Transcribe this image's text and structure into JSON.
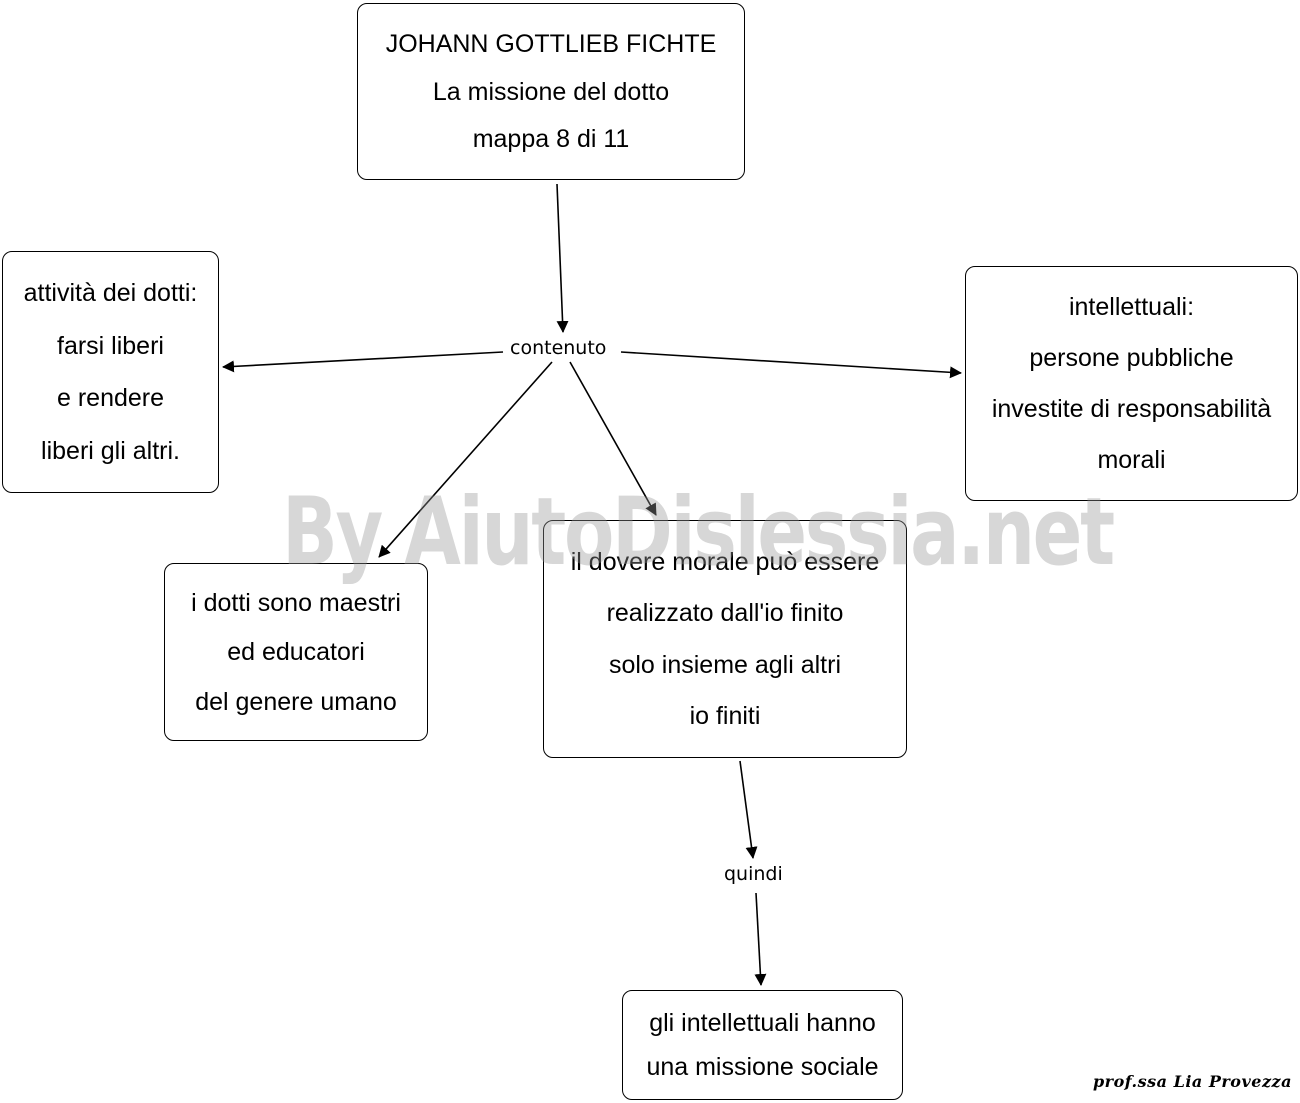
{
  "nodes": {
    "title": {
      "lines": [
        "JOHANN GOTTLIEB FICHTE",
        "La missione del dotto",
        "mappa 8 di 11"
      ]
    },
    "attivita": {
      "lines": [
        "attività dei dotti:",
        "farsi liberi",
        "e rendere",
        "liberi gli altri."
      ]
    },
    "intellettuali": {
      "lines": [
        "intellettuali:",
        "persone pubbliche",
        "investite di responsabilità",
        "morali"
      ]
    },
    "maestri": {
      "lines": [
        "i dotti sono maestri",
        "ed educatori",
        "del genere umano"
      ]
    },
    "dovere": {
      "lines": [
        "il dovere morale può essere",
        "realizzato dall'io finito",
        "solo insieme agli altri",
        "io finiti"
      ]
    },
    "missione": {
      "lines": [
        "gli intellettuali hanno",
        "una missione sociale"
      ]
    }
  },
  "links": {
    "contenuto": "contenuto",
    "quindi": "quindi"
  },
  "watermark": "By AiutoDislessia.net",
  "signature": "prof.ssa Lia Provezza",
  "colors": {
    "stroke": "#000000",
    "background": "#ffffff",
    "watermark": "#969696"
  }
}
